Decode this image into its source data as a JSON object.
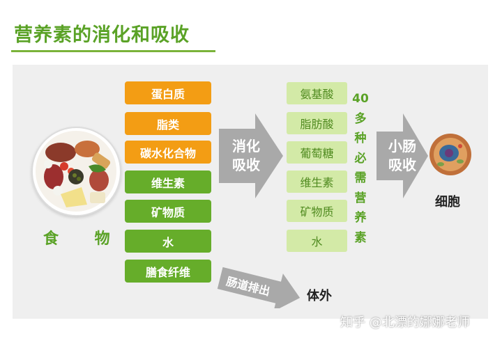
{
  "title": "营养素的消化和吸收",
  "food": {
    "label": "食 物"
  },
  "nutrients": [
    {
      "label": "蛋白质",
      "color": "#f39d14"
    },
    {
      "label": "脂类",
      "color": "#f39d14"
    },
    {
      "label": "碳水化合物",
      "color": "#f39d14"
    },
    {
      "label": "维生素",
      "color": "#66ad2a"
    },
    {
      "label": "矿物质",
      "color": "#66ad2a"
    },
    {
      "label": "水",
      "color": "#66ad2a"
    },
    {
      "label": "膳食纤维",
      "color": "#66ad2a"
    }
  ],
  "arrows": {
    "digest_line1": "消化",
    "digest_line2": "吸收",
    "small_intestine_line1": "小肠",
    "small_intestine_line2": "吸收",
    "excrete": "肠道排出"
  },
  "products": [
    "氨基酸",
    "脂肪酸",
    "葡萄糖",
    "维生素",
    "矿物质",
    "水"
  ],
  "vertical_note": [
    "40",
    "多",
    "种",
    "必",
    "需",
    "营",
    "养",
    "素"
  ],
  "cell_label": "细胞",
  "outside_label": "体外",
  "watermark": "知乎 @北漂的娜娜老师",
  "colors": {
    "accent_green": "#5aa226",
    "orange": "#f39d14",
    "light_green": "#d3eaa7",
    "arrow_gray": "#a9a9a9"
  }
}
